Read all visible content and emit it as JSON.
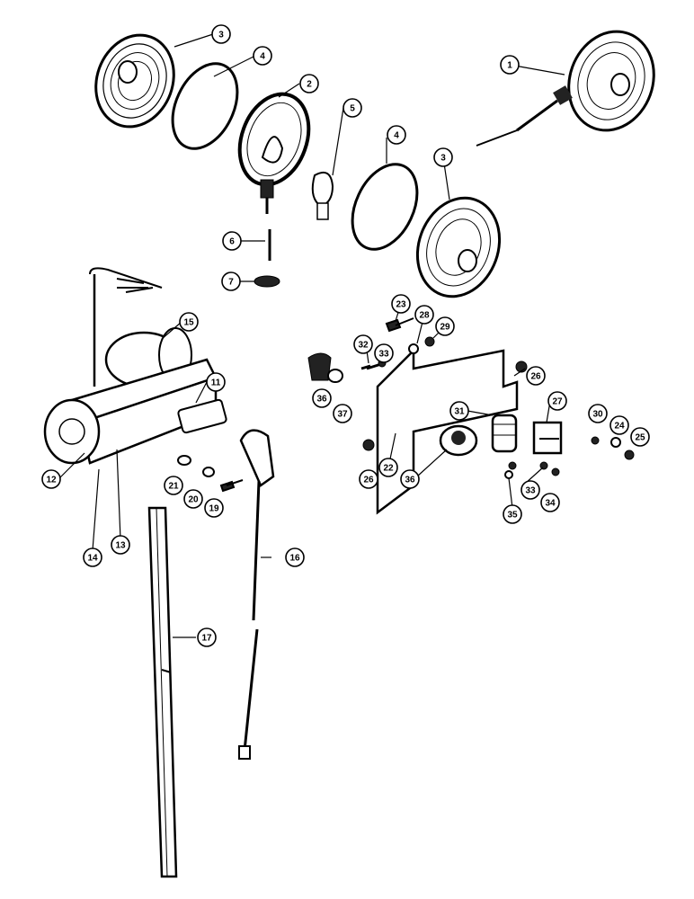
{
  "callouts": [
    {
      "id": "c1",
      "label": "1"
    },
    {
      "id": "c2",
      "label": "2"
    },
    {
      "id": "c3a",
      "label": "3"
    },
    {
      "id": "c4a",
      "label": "4"
    },
    {
      "id": "c5",
      "label": "5"
    },
    {
      "id": "c4b",
      "label": "4"
    },
    {
      "id": "c3b",
      "label": "3"
    },
    {
      "id": "c6",
      "label": "6"
    },
    {
      "id": "c7",
      "label": "7"
    },
    {
      "id": "c15",
      "label": "15"
    },
    {
      "id": "c11",
      "label": "11"
    },
    {
      "id": "c12",
      "label": "12"
    },
    {
      "id": "c14",
      "label": "14"
    },
    {
      "id": "c13",
      "label": "13"
    },
    {
      "id": "c21",
      "label": "21"
    },
    {
      "id": "c20",
      "label": "20"
    },
    {
      "id": "c19",
      "label": "19"
    },
    {
      "id": "c16",
      "label": "16"
    },
    {
      "id": "c17",
      "label": "17"
    },
    {
      "id": "c23",
      "label": "23"
    },
    {
      "id": "c28",
      "label": "28"
    },
    {
      "id": "c29",
      "label": "29"
    },
    {
      "id": "c32",
      "label": "32"
    },
    {
      "id": "c33a",
      "label": "33"
    },
    {
      "id": "c36a",
      "label": "36"
    },
    {
      "id": "c37",
      "label": "37"
    },
    {
      "id": "c26a",
      "label": "26"
    },
    {
      "id": "c27",
      "label": "27"
    },
    {
      "id": "c31",
      "label": "31"
    },
    {
      "id": "c30",
      "label": "30"
    },
    {
      "id": "c24",
      "label": "24"
    },
    {
      "id": "c25",
      "label": "25"
    },
    {
      "id": "c26b",
      "label": "26"
    },
    {
      "id": "c22",
      "label": "22"
    },
    {
      "id": "c36b",
      "label": "36"
    },
    {
      "id": "c33b",
      "label": "33"
    },
    {
      "id": "c34",
      "label": "34"
    },
    {
      "id": "c35",
      "label": "35"
    }
  ]
}
